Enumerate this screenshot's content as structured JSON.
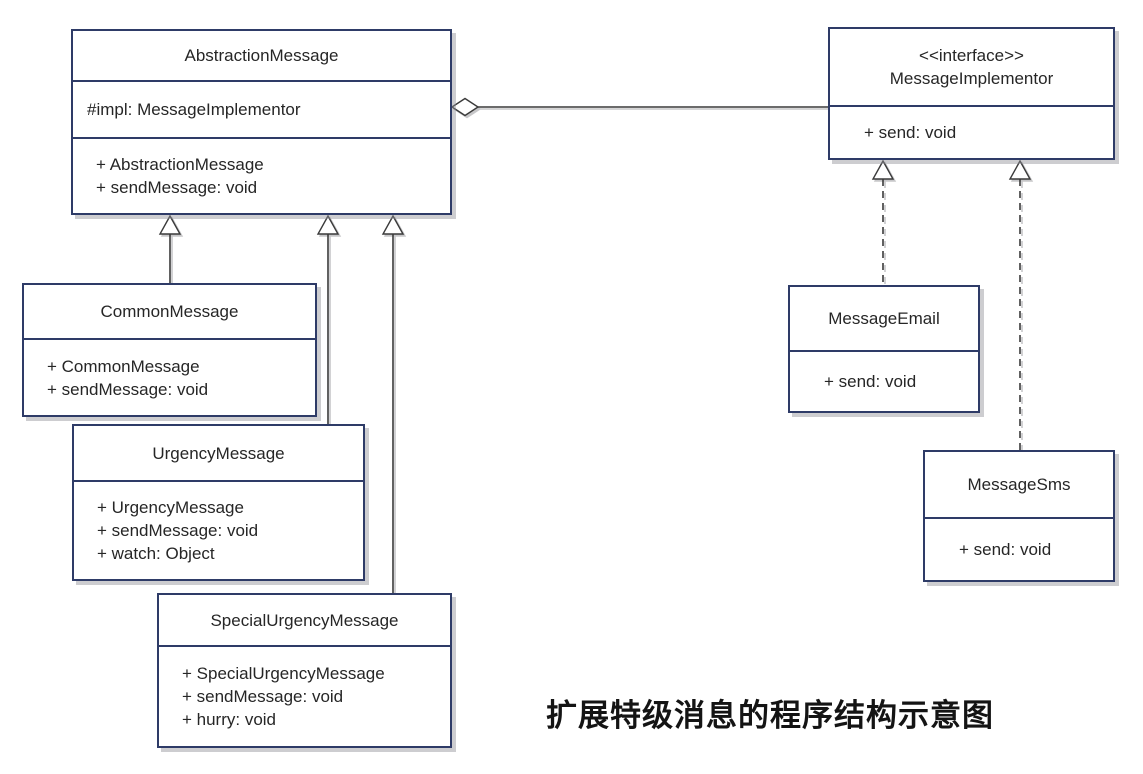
{
  "diagram_title": "扩展特级消息的程序结构示意图",
  "colors": {
    "box_border": "#2e3b67",
    "text": "#262626",
    "connector": "#3a3a3a",
    "shadow": "#c7c7c9",
    "background": "#ffffff"
  },
  "classes": {
    "abstraction_message": {
      "name": "AbstractionMessage",
      "fields": [
        "#impl: MessageImplementor"
      ],
      "methods": [
        "+ AbstractionMessage",
        "+ sendMessage: void"
      ]
    },
    "message_implementor": {
      "stereotype": "<<interface>>",
      "name": "MessageImplementor",
      "methods": [
        "+ send: void"
      ]
    },
    "common_message": {
      "name": "CommonMessage",
      "methods": [
        "+ CommonMessage",
        "+ sendMessage: void"
      ]
    },
    "urgency_message": {
      "name": "UrgencyMessage",
      "methods": [
        "+ UrgencyMessage",
        "+ sendMessage: void",
        "+ watch: Object"
      ]
    },
    "special_urgency_message": {
      "name": "SpecialUrgencyMessage",
      "methods": [
        "+ SpecialUrgencyMessage",
        "+ sendMessage: void",
        "+ hurry: void"
      ]
    },
    "message_email": {
      "name": "MessageEmail",
      "methods": [
        "+ send: void"
      ]
    },
    "message_sms": {
      "name": "MessageSms",
      "methods": [
        "+ send: void"
      ]
    }
  },
  "relationships": [
    {
      "type": "aggregation",
      "from": "AbstractionMessage",
      "to": "MessageImplementor"
    },
    {
      "type": "generalization",
      "from": "CommonMessage",
      "to": "AbstractionMessage"
    },
    {
      "type": "generalization",
      "from": "UrgencyMessage",
      "to": "AbstractionMessage"
    },
    {
      "type": "generalization",
      "from": "SpecialUrgencyMessage",
      "to": "AbstractionMessage"
    },
    {
      "type": "realization",
      "from": "MessageEmail",
      "to": "MessageImplementor"
    },
    {
      "type": "realization",
      "from": "MessageSms",
      "to": "MessageImplementor"
    }
  ]
}
